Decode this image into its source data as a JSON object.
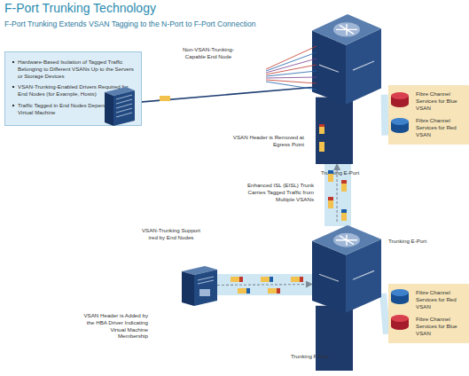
{
  "diagram": {
    "title": "F-Port Trunking Technology",
    "caption": "F-Port Trunking Extends VSAN Tagging to the N-Port to F-Port Connection",
    "nodes": [
      {
        "text": [
          "Hardware-Based Isolation of Tagged Traffic Belonging to Different VSANs Up to the Servers or Storage Devices",
          "VSAN-Trunking-Enabled Drivers Required for End Nodes (for Example, Hosts)",
          "Traffic Tagged in End Nodes Depending on the Virtual Machine"
        ]
      },
      {
        "text": [
          "Non-VSAN-Trunking-Capable End Node"
        ]
      },
      {
        "text": [
          "Trunking E-Port"
        ]
      },
      {
        "text": [
          "Fibre Channel Services for Blue VSAN",
          "Fibre Channel Services for Red VSAN"
        ]
      },
      {
        "text": [
          "Trunking E-Port",
          "Trunking F-Port"
        ]
      },
      {
        "text": [
          "Fibre Channel Services for Red VSAN",
          "Fibre Channel Services for Blue VSAN"
        ]
      },
      {
        "text": [
          "VSAN-Trunking Support ired by End Nodes"
        ]
      }
    ],
    "edges": [
      {
        "from": 6,
        "to": 4,
        "arrow": "to"
      },
      {
        "from": 4,
        "to": 2,
        "arrow": "to"
      },
      {
        "from": 2,
        "to": 1,
        "arrow": "none"
      },
      {
        "from": 2,
        "to": 3,
        "arrow": "none"
      },
      {
        "from": 4,
        "to": 5,
        "arrow": "none"
      }
    ],
    "labels": [
      "VSAN Header is Removed at Egress Point",
      "Enhanced ISL (EISL) Trunk Carries Tagged Traffic from Multiple VSANs",
      "VSAN Header is Added by the HBA Driver Indicating Virtual Machine Membership"
    ]
  }
}
